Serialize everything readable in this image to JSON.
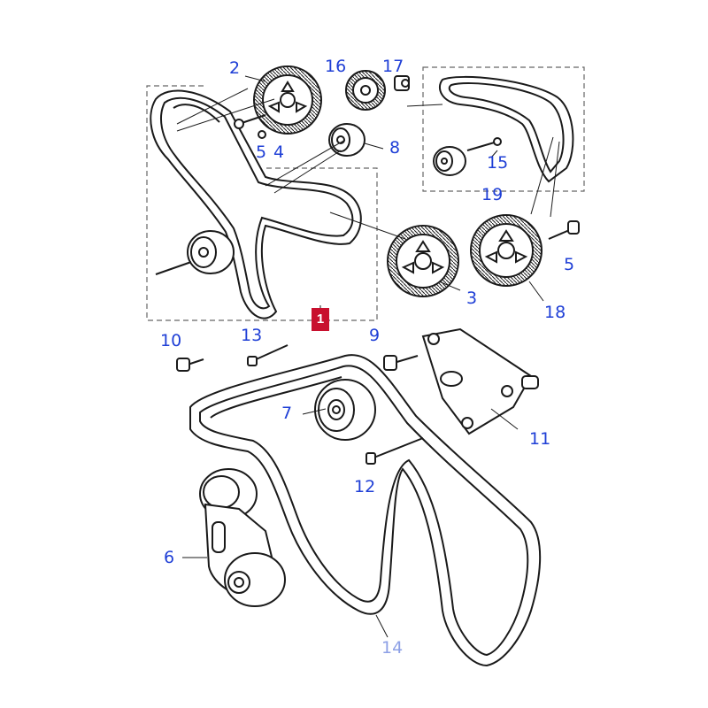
{
  "colors": {
    "label": "#1f3fd6",
    "label_faded": "#8da0e6",
    "badge_bg": "#c8102e",
    "line": "#1a1a1a"
  },
  "callouts": {
    "part_1": "1",
    "part_2": "2",
    "part_3": "3",
    "part_4": "4",
    "part_5_upper": "5",
    "part_5_right": "5",
    "part_6": "6",
    "part_7": "7",
    "part_8": "8",
    "part_9": "9",
    "part_10": "10",
    "part_11": "11",
    "part_12": "12",
    "part_13": "13",
    "part_14": "14",
    "part_15": "15",
    "part_16": "16",
    "part_17": "17",
    "part_18": "18",
    "part_19": "19"
  },
  "icons": {
    "sprocket": "toothed-pulley-icon",
    "tensioner": "tensioner-icon",
    "bolt": "bolt-icon",
    "belt": "belt-icon"
  }
}
